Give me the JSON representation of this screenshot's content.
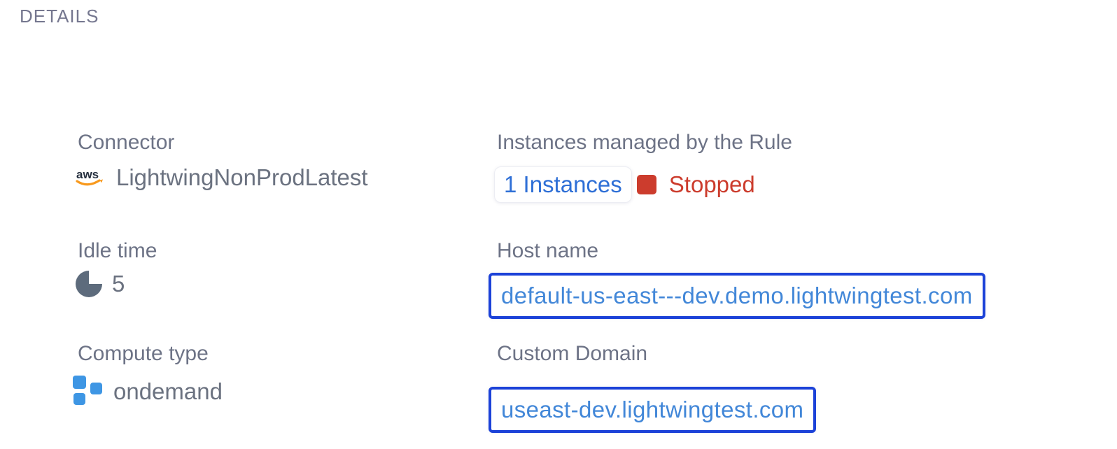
{
  "title": "DETAILS",
  "colors": {
    "label_gray": "#6d7386",
    "value_gray": "#6b7280",
    "link_blue": "#2e6fd6",
    "url_blue": "#4287d8",
    "box_border_blue": "#1c42d8",
    "status_red": "#cc3c2d",
    "aws_orange": "#f8991d",
    "aws_navy": "#252f3e",
    "compute_blue": "#3e96e4",
    "clock_slate": "#5d6b7c"
  },
  "left_column": {
    "connector": {
      "label": "Connector",
      "icon": "aws-icon",
      "value": "LightwingNonProdLatest"
    },
    "idle_time": {
      "label": "Idle time",
      "icon": "idle-time-pie-icon",
      "value": "5"
    },
    "compute_type": {
      "label": "Compute type",
      "icon": "compute-type-icon",
      "value": "ondemand"
    }
  },
  "right_column": {
    "instances": {
      "label": "Instances managed by the Rule",
      "link_text": "1 Instances",
      "status_text": "Stopped"
    },
    "host_name": {
      "label": "Host name",
      "url": "default-us-east---dev.demo.lightwingtest.com"
    },
    "custom_domain": {
      "label": "Custom Domain",
      "url": "useast-dev.lightwingtest.com"
    }
  }
}
